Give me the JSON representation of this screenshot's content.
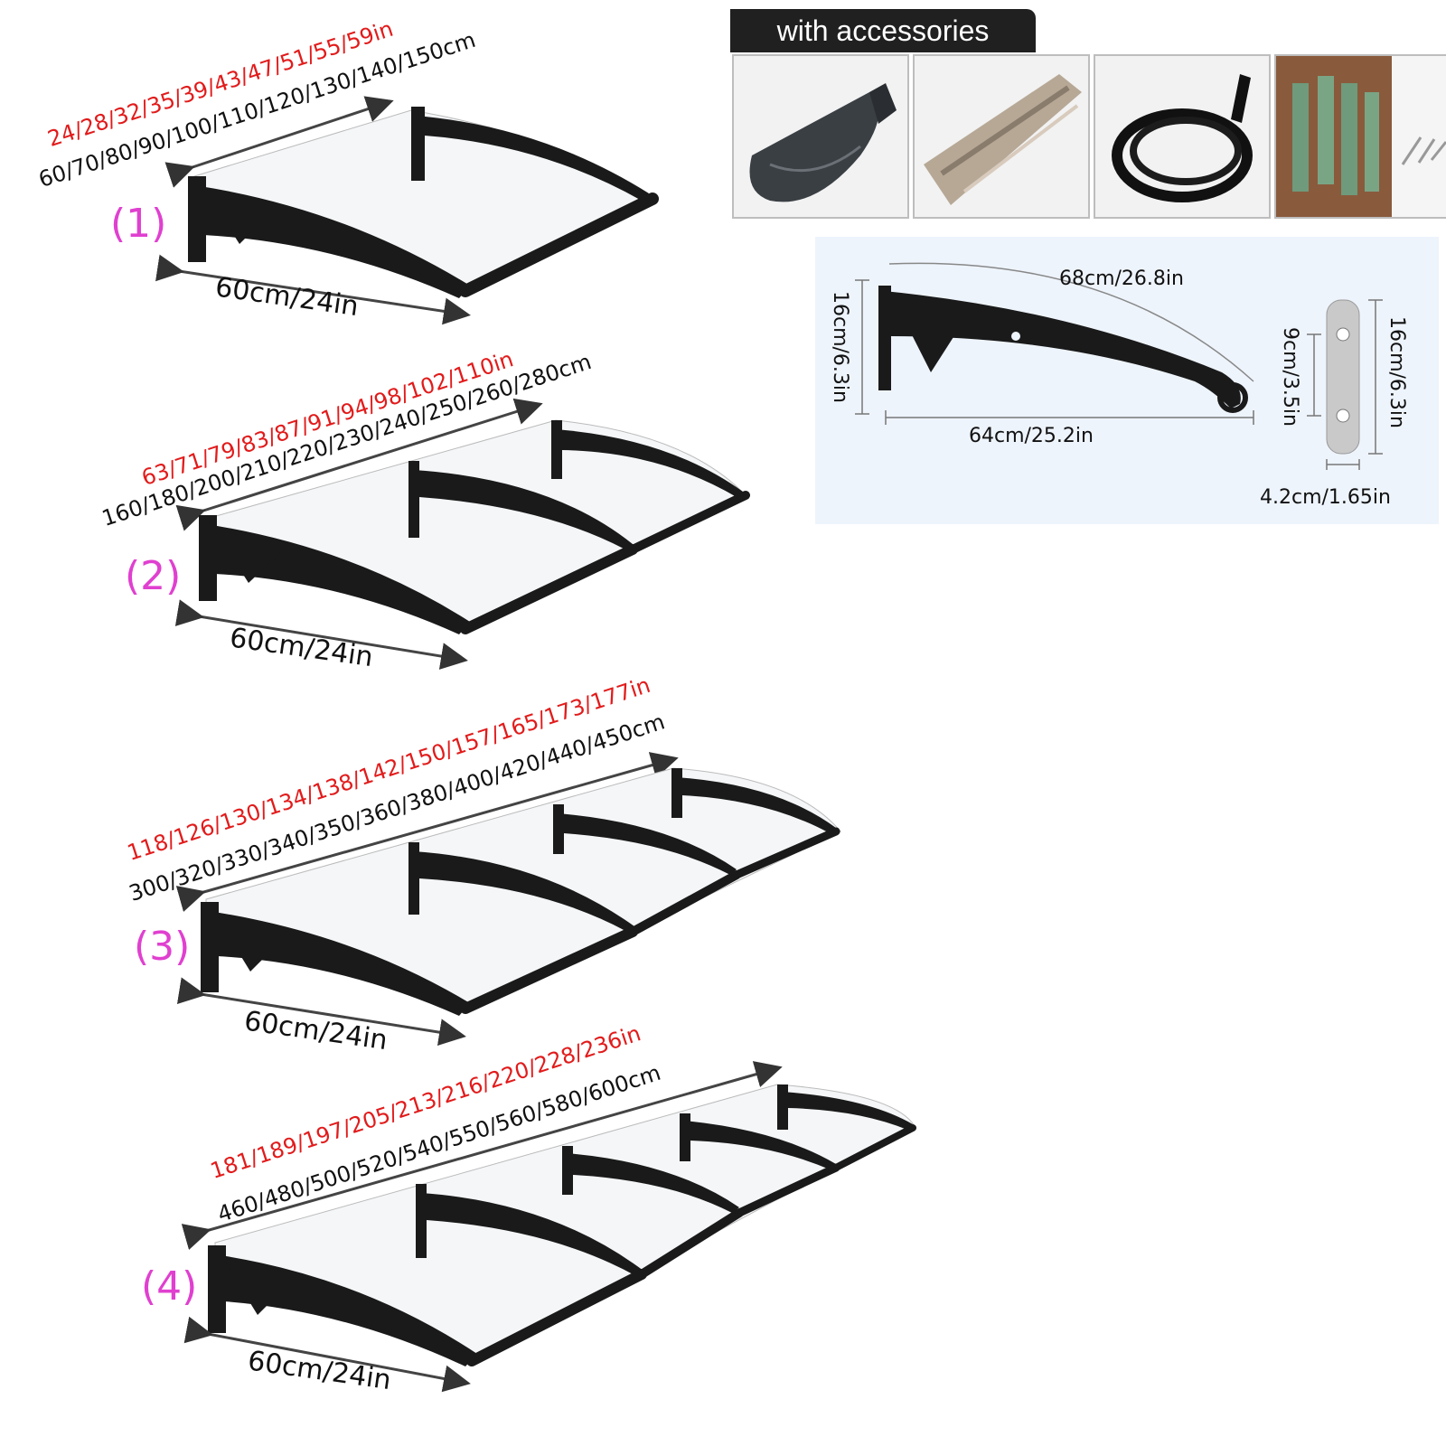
{
  "models": [
    {
      "number": "(1)",
      "inch_sizes": "24/28/32/35/39/43/47/51/55/59in",
      "cm_sizes": "60/70/80/90/100/110/120/130/140/150cm",
      "depth": "60cm/24in"
    },
    {
      "number": "(2)",
      "inch_sizes": "63/71/79/83/87/91/94/98/102/110in",
      "cm_sizes": "160/180/200/210/220/230/240/250/260/280cm",
      "depth": "60cm/24in"
    },
    {
      "number": "(3)",
      "inch_sizes": "118/126/130/134/138/142/150/157/165/173/177in",
      "cm_sizes": "300/320/330/340/350/360/380/400/420/440/450cm",
      "depth": "60cm/24in"
    },
    {
      "number": "(4)",
      "inch_sizes": "181/189/197/205/213/216/220/228/236in",
      "cm_sizes": "460/480/500/520/540/550/560/580/600cm",
      "depth": "60cm/24in"
    }
  ],
  "accessories": {
    "title": "with accessories",
    "items": [
      "gutter-profile",
      "aluminum-profile",
      "rubber-seal-strip",
      "expansion-bolts-and-screws"
    ]
  },
  "bracket_diagram": {
    "arc_length": "68cm/26.8in",
    "height": "16cm/6.3in",
    "base_length": "64cm/25.2in",
    "plate_hole_spacing": "9cm/3.5in",
    "plate_height": "16cm/6.3in",
    "plate_width": "4.2cm/1.65in"
  },
  "colors": {
    "inch_text": "#e21b1b",
    "cm_text": "#111111",
    "model_number": "#e040d0",
    "frame": "#1a1a1a"
  }
}
